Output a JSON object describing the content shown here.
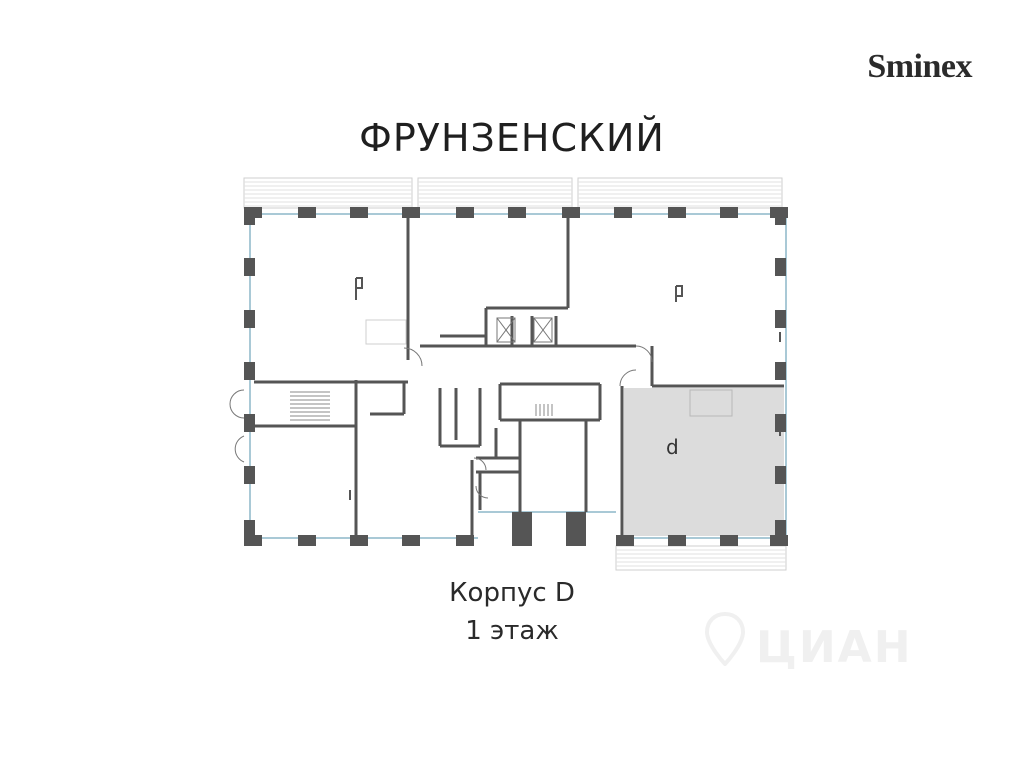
{
  "brand": {
    "name": "Sminex"
  },
  "title": "ФРУНЗЕНСКИЙ",
  "caption": {
    "building": "Корпус D",
    "floor": "1 этаж"
  },
  "watermark": {
    "text": "ЦИАН",
    "icon": "map-pin-icon"
  },
  "plan": {
    "highlighted_unit_label": "d",
    "colors": {
      "wall": "#555555",
      "highlight": "#dcdcdc",
      "window": "#a9c9d6",
      "terrace": "#cccccc"
    }
  }
}
